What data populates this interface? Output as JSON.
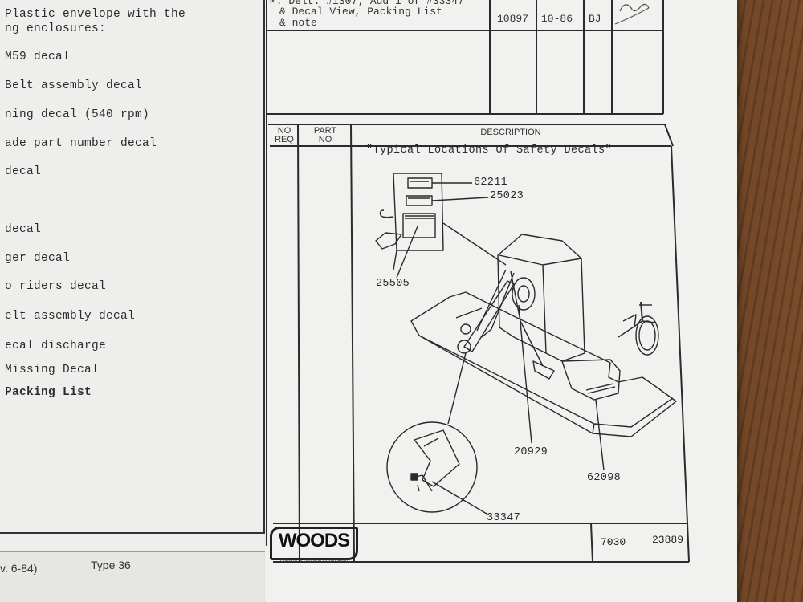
{
  "left_page": {
    "lines": [
      "Plastic envelope with the",
      "ng enclosures:",
      "M59 decal",
      "Belt assembly decal",
      "ning decal (540 rpm)",
      "ade part number decal",
      "decal",
      "decal",
      "ger decal",
      "o riders decal",
      "elt assembly decal",
      "ecal discharge",
      "Missing Decal",
      "Packing List"
    ],
    "footer_rev": "v. 6-84)",
    "footer_type": "Type 36"
  },
  "revision": {
    "line1": "M. Delt. #1307; Add 1 of #33347",
    "line2": "& Decal View, Packing List",
    "line3": "& note",
    "number": "10897",
    "date": "10-86",
    "initials": "BJ"
  },
  "table_header": {
    "no_req_1": "NO",
    "no_req_2": "REQ",
    "part_no_1": "PART",
    "part_no_2": "NO",
    "description": "DESCRIPTION"
  },
  "diagram": {
    "title": "\"Typical Locations Of Safety Decals\"",
    "callouts": {
      "c62211": "62211",
      "c25023": "25023",
      "c25505": "25505",
      "c20929": "20929",
      "c62098": "62098",
      "c33347": "33347"
    }
  },
  "logo": {
    "brand": "WOODS",
    "division": "Division of Hesston Corporation"
  },
  "footer": {
    "model": "7030",
    "part_number": "23889"
  }
}
